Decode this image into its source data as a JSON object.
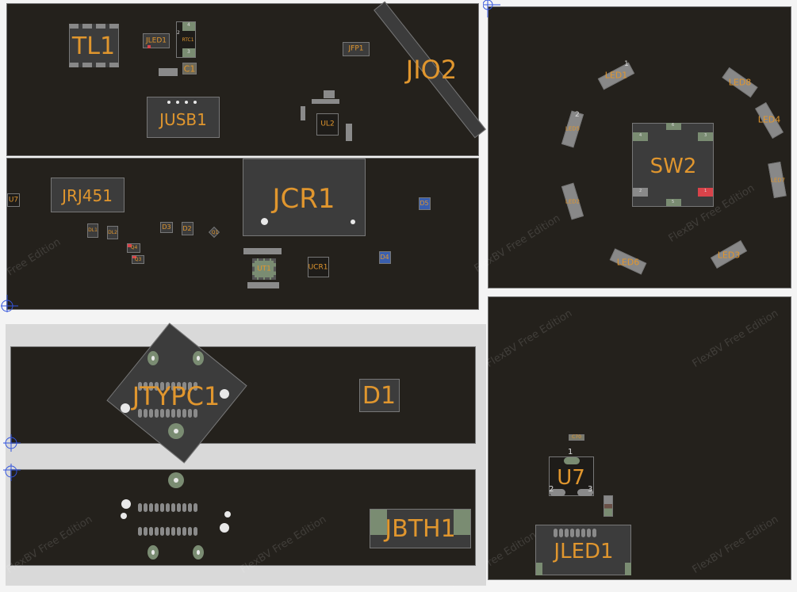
{
  "app": {
    "watermark": "FlexBV Free Edition"
  },
  "colors": {
    "board": "#24211c",
    "label": "#e0962e",
    "pad_gray": "#8a8a8a",
    "pad_green": "#7a8c72",
    "pad_red": "#d9434a",
    "pad_blue": "#3a5fae"
  },
  "panel_top": {
    "components": [
      "TL1",
      "JLED1",
      "RTC1",
      "C1",
      "JFP1",
      "JIO2",
      "JUSB1",
      "UL2"
    ],
    "rtc_pins": [
      "4",
      "3",
      "2"
    ]
  },
  "panel_mid": {
    "components": [
      "U7",
      "JRJ451",
      "DL1",
      "DL2",
      "D3",
      "D2",
      "Q1",
      "JCR1",
      "D5",
      "D4",
      "UT1",
      "UCR1",
      "Q4",
      "Q3"
    ]
  },
  "panel_leds": {
    "components": [
      "SW2",
      "LED1",
      "LED8",
      "LED4",
      "LED5",
      "LED7",
      "LED2",
      "LED6",
      "LED3"
    ],
    "sw_pins": [
      "6",
      "4",
      "3",
      "2",
      "1",
      "5"
    ],
    "led_pins": [
      "1",
      "2"
    ]
  },
  "panel_u7": {
    "components": [
      "C70",
      "U7",
      "JLED1"
    ],
    "u7_pins": [
      "1",
      "2",
      "3"
    ]
  },
  "panel_usbc": {
    "components": [
      "JTYPC1",
      "D1"
    ]
  },
  "panel_bt": {
    "components": [
      "JBTH1"
    ]
  }
}
